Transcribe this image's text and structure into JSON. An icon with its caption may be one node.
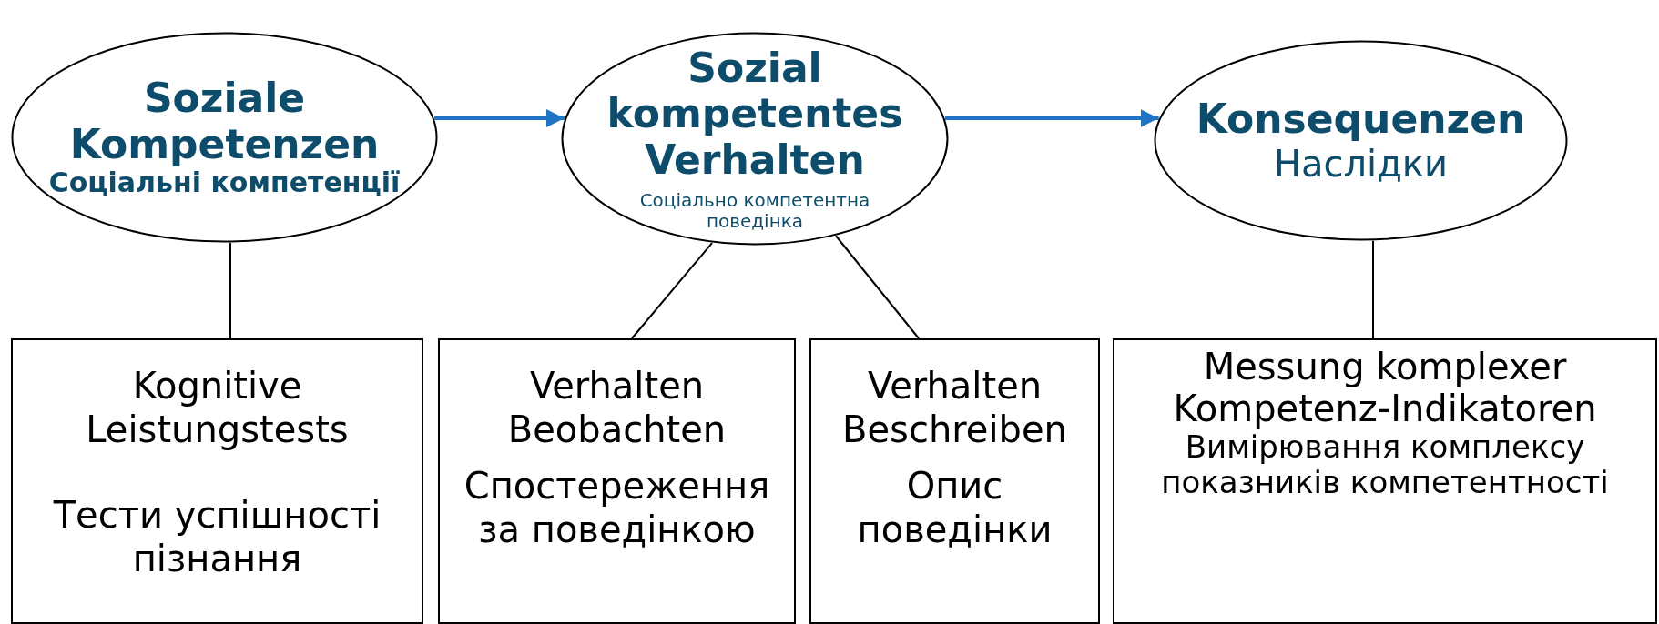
{
  "diagram": {
    "nodes": [
      {
        "text": [
          "Soziale Kompetenzen",
          "Соціальні компетенції"
        ]
      },
      {
        "text": [
          "Sozial kompetentes Verhalten",
          "Соціально компетентна поведінка"
        ]
      },
      {
        "text": [
          "Konsequenzen",
          "Наслідки"
        ]
      },
      {
        "text": [
          "Kognitive Leistungstests",
          "Тести успішності пізнання"
        ]
      },
      {
        "text": [
          "Verhalten Beobachten",
          "Спостереження за поведінкою"
        ]
      },
      {
        "text": [
          "Verhalten Beschreiben",
          "Опис поведінки"
        ]
      },
      {
        "text": [
          "Messung komplexer Kompetenz-Indikatoren",
          "Вимірювання комплексу показників компетентності"
        ]
      }
    ],
    "edges": [
      {
        "from": 0,
        "to": 1,
        "arrow": "to",
        "color": "#1f74c4"
      },
      {
        "from": 1,
        "to": 2,
        "arrow": "to",
        "color": "#1f74c4"
      },
      {
        "from": 0,
        "to": 3,
        "arrow": "none"
      },
      {
        "from": 1,
        "to": 4,
        "arrow": "none"
      },
      {
        "from": 1,
        "to": 5,
        "arrow": "none"
      },
      {
        "from": 2,
        "to": 6,
        "arrow": "none"
      }
    ]
  }
}
